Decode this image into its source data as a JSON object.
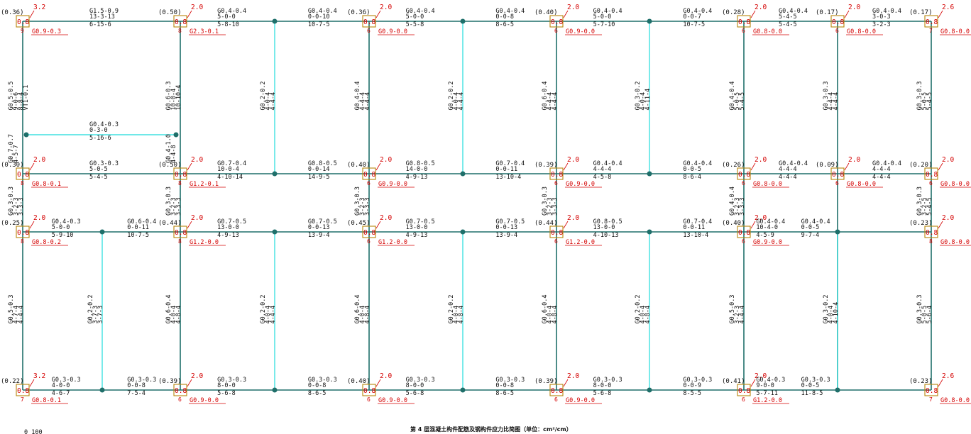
{
  "drawing_title": "第 4 层混凝土构件配筋及钢构件应力比简图（单位：cm²/cm）",
  "footer_note": "0 100",
  "columns": [
    {
      "row": 0,
      "col": 0,
      "ratio": "(0.36)",
      "rebar": "3.2",
      "axial": "0.8",
      "stirrup": "G0.9-0.3",
      "num": "9"
    },
    {
      "row": 0,
      "col": 1,
      "ratio": "(0.50)",
      "rebar": "2.0",
      "axial": "0.8",
      "stirrup": "G2.3-0.1",
      "num": "8"
    },
    {
      "row": 0,
      "col": 2,
      "ratio": "(0.36)",
      "rebar": "2.0",
      "axial": "0.8",
      "stirrup": "G0.9-0.0",
      "num": "6"
    },
    {
      "row": 0,
      "col": 3,
      "ratio": "(0.40)",
      "rebar": "2.0",
      "axial": "0.8",
      "stirrup": "G0.9-0.0",
      "num": "6"
    },
    {
      "row": 0,
      "col": 4,
      "ratio": "(0.28)",
      "rebar": "2.0",
      "axial": "0.8",
      "stirrup": "G0.8-0.0",
      "num": "6"
    },
    {
      "row": 0,
      "col": 5,
      "ratio": "(0.17)",
      "rebar": "2.0",
      "axial": "0.8",
      "stirrup": "G0.8-0.0",
      "num": "6"
    },
    {
      "row": 0,
      "col": 6,
      "ratio": "(0.17)",
      "rebar": "2.6",
      "axial": "0.8",
      "stirrup": "G0.8-0.0",
      "num": "7"
    },
    {
      "row": 1,
      "col": 0,
      "ratio": "(0.30)",
      "rebar": "2.0",
      "axial": "0.8",
      "stirrup": "G0.8-0.1",
      "num": "8"
    },
    {
      "row": 1,
      "col": 1,
      "ratio": "(0.50)",
      "rebar": "2.0",
      "axial": "0.8",
      "stirrup": "G1.2-0.1",
      "num": "8"
    },
    {
      "row": 1,
      "col": 2,
      "ratio": "(0.40)",
      "rebar": "2.0",
      "axial": "0.8",
      "stirrup": "G0.9-0.0",
      "num": "6"
    },
    {
      "row": 1,
      "col": 3,
      "ratio": "(0.39)",
      "rebar": "2.0",
      "axial": "0.8",
      "stirrup": "G0.9-0.0",
      "num": "6"
    },
    {
      "row": 1,
      "col": 4,
      "ratio": "(0.26)",
      "rebar": "2.0",
      "axial": "0.8",
      "stirrup": "G0.8-0.0",
      "num": "6"
    },
    {
      "row": 1,
      "col": 5,
      "ratio": "(0.09)",
      "rebar": "2.0",
      "axial": "0.8",
      "stirrup": "G0.8-0.0",
      "num": "6"
    },
    {
      "row": 1,
      "col": 6,
      "ratio": "(0.20)",
      "rebar": "2.0",
      "axial": "0.8",
      "stirrup": "G0.8-0.0",
      "num": "6"
    },
    {
      "row": 2,
      "col": 0,
      "ratio": "(0.25)",
      "rebar": "2.0",
      "axial": "0.8",
      "stirrup": "G0.8-0.2",
      "num": "8"
    },
    {
      "row": 2,
      "col": 1,
      "ratio": "(0.44)",
      "rebar": "2.0",
      "axial": "0.8",
      "stirrup": "G1.2-0.0",
      "num": "8"
    },
    {
      "row": 2,
      "col": 2,
      "ratio": "(0.45)",
      "rebar": "2.0",
      "axial": "0.8",
      "stirrup": "G1.2-0.0",
      "num": "6"
    },
    {
      "row": 2,
      "col": 3,
      "ratio": "(0.44)",
      "rebar": "2.0",
      "axial": "0.8",
      "stirrup": "G1.2-0.0",
      "num": "6"
    },
    {
      "row": 2,
      "col": 4,
      "ratio": "(0.40)",
      "rebar": "2.0",
      "axial": "0.8",
      "stirrup": "G0.9-0.0",
      "num": "6"
    },
    {
      "row": 2,
      "col": 6,
      "ratio": "(0.23)",
      "rebar": "2.0",
      "axial": "0.8",
      "stirrup": "G0.8-0.0",
      "num": "8"
    },
    {
      "row": 3,
      "col": 0,
      "ratio": "(0.22)",
      "rebar": "3.2",
      "axial": "0.8",
      "stirrup": "G0.8-0.1",
      "num": "7"
    },
    {
      "row": 3,
      "col": 1,
      "ratio": "(0.39)",
      "rebar": "2.0",
      "axial": "0.8",
      "stirrup": "G0.9-0.0",
      "num": "6"
    },
    {
      "row": 3,
      "col": 2,
      "ratio": "(0.40)",
      "rebar": "2.0",
      "axial": "0.8",
      "stirrup": "G0.9-0.0",
      "num": "6"
    },
    {
      "row": 3,
      "col": 3,
      "ratio": "(0.39)",
      "rebar": "2.0",
      "axial": "0.8",
      "stirrup": "G0.9-0.0",
      "num": "6"
    },
    {
      "row": 3,
      "col": 4,
      "ratio": "(0.41)",
      "rebar": "2.0",
      "axial": "0.8",
      "stirrup": "G1.2-0.0",
      "num": "6"
    },
    {
      "row": 3,
      "col": 6,
      "ratio": "(0.23)",
      "rebar": "2.6",
      "axial": "0.8",
      "stirrup": "G0.8-0.0",
      "num": "7"
    }
  ],
  "h_beams": [
    {
      "row": 0,
      "seg": 0,
      "a": "G1.5-0.9",
      "b": "13-3-13",
      "c": "6-15-6"
    },
    {
      "row": 0,
      "seg": 1,
      "a": "G0.4-0.4",
      "b": "5-0-0",
      "c": "5-8-10",
      "a2": "G0.4-0.4",
      "b2": "0-0-10",
      "c2": "10-7-5"
    },
    {
      "row": 0,
      "seg": 2,
      "a": "G0.4-0.4",
      "b": "5-0-0",
      "c": "5-5-8",
      "a2": "G0.4-0.4",
      "b2": "0-0-8",
      "c2": "8-6-5"
    },
    {
      "row": 0,
      "seg": 3,
      "a": "G0.4-0.4",
      "b": "5-0-0",
      "c": "5-7-10",
      "a2": "G0.4-0.4",
      "b2": "0-0-7",
      "c2": "10-7-5"
    },
    {
      "row": 0,
      "seg": 4,
      "a": "G0.4-0.4",
      "b": "5-4-5",
      "c": "5-4-5"
    },
    {
      "row": 0,
      "seg": 5,
      "a": "G0.4-0.4",
      "b": "3-0-3",
      "c": "3-2-3"
    },
    {
      "row": 1,
      "seg": 0,
      "a": "G0.3-0.3",
      "b": "5-0-5",
      "c": "5-4-5"
    },
    {
      "row": 1,
      "seg": 1,
      "a": "G0.7-0.4",
      "b": "10-0-4",
      "c": "4-10-14",
      "a2": "G0.8-0.5",
      "b2": "0-0-14",
      "c2": "14-9-5"
    },
    {
      "row": 1,
      "seg": 2,
      "a": "G0.8-0.5",
      "b": "14-0-0",
      "c": "4-9-13",
      "a2": "G0.7-0.4",
      "b2": "0-0-11",
      "c2": "13-10-4"
    },
    {
      "row": 1,
      "seg": 3,
      "a": "G0.4-0.4",
      "b": "4-4-4",
      "c": "4-5-8",
      "a2": "G0.4-0.4",
      "b2": "0-0-5",
      "c2": "8-6-4"
    },
    {
      "row": 1,
      "seg": 4,
      "a": "G0.4-0.4",
      "b": "4-4-4",
      "c": "4-4-4"
    },
    {
      "row": 1,
      "seg": 5,
      "a": "G0.4-0.4",
      "b": "4-4-4",
      "c": "4-4-4"
    },
    {
      "row": 2,
      "seg": 0,
      "a": "G0.4-0.3",
      "b": "5-0-0",
      "c": "5-9-10",
      "a2": "G0.6-0.4",
      "b2": "0-0-11",
      "c2": "10-7-5"
    },
    {
      "row": 2,
      "seg": 1,
      "a": "G0.7-0.5",
      "b": "13-0-0",
      "c": "4-9-13",
      "a2": "G0.7-0.5",
      "b2": "0-0-13",
      "c2": "13-9-4"
    },
    {
      "row": 2,
      "seg": 2,
      "a": "G0.7-0.5",
      "b": "13-0-0",
      "c": "4-9-13",
      "a2": "G0.7-0.5",
      "b2": "0-0-13",
      "c2": "13-9-4"
    },
    {
      "row": 2,
      "seg": 3,
      "a": "G0.8-0.5",
      "b": "13-0-0",
      "c": "4-10-13",
      "a2": "G0.7-0.4",
      "b2": "0-0-11",
      "c2": "13-10-4"
    },
    {
      "row": 2,
      "seg": 4,
      "a": "G0.4-0.4",
      "b": "10-4-0",
      "c": "4-5-9",
      "a2": "G0.4-0.4",
      "b2": "0-0-5",
      "c2": "9-7-4"
    },
    {
      "row": 3,
      "seg": 0,
      "a": "G0.3-0.3",
      "b": "4-0-0",
      "c": "4-6-7",
      "a2": "G0.3-0.3",
      "b2": "0-0-8",
      "c2": "7-5-4"
    },
    {
      "row": 3,
      "seg": 1,
      "a": "G0.3-0.3",
      "b": "8-0-0",
      "c": "5-6-8",
      "a2": "G0.3-0.3",
      "b2": "0-0-8",
      "c2": "8-6-5"
    },
    {
      "row": 3,
      "seg": 2,
      "a": "G0.3-0.3",
      "b": "8-0-0",
      "c": "5-6-8",
      "a2": "G0.3-0.3",
      "b2": "0-0-8",
      "c2": "8-6-5"
    },
    {
      "row": 3,
      "seg": 3,
      "a": "G0.3-0.3",
      "b": "8-0-0",
      "c": "5-6-8",
      "a2": "G0.3-0.3",
      "b2": "0-0-9",
      "c2": "8-5-5"
    },
    {
      "row": 3,
      "seg": 4,
      "a": "G0.4-0.3",
      "b": "9-0-0",
      "c": "5-7-11",
      "a2": "G0.3-0.3",
      "b2": "0-0-5",
      "c2": "11-8-5"
    },
    {
      "row": "mid",
      "seg": 0,
      "a": "G0.4-0.3",
      "b": "0-3-0",
      "c": "5-16-6"
    }
  ],
  "v_beams": [
    {
      "band": 0,
      "col": 0,
      "a": "G0.5-0.5",
      "b": "9-0-6",
      "c": "8-8-4",
      "d": "VT1-0.1"
    },
    {
      "band": 0,
      "col": 1,
      "a": "G0.6-0.3",
      "b": "10-0-4",
      "c": "10-10-4"
    },
    {
      "band": 0,
      "col": 2,
      "a": "G0.4-0.4",
      "b": "4-4-4",
      "c": "4-4-4"
    },
    {
      "band": 0,
      "col": 3,
      "a": "G0.6-0.4",
      "b": "4-4-4",
      "c": "4-4-4"
    },
    {
      "band": 0,
      "col": 4,
      "a": "G0.4-0.4",
      "b": "5-0-5",
      "c": "5-4-5"
    },
    {
      "band": 0,
      "col": 5,
      "a": "G0.3-0.3",
      "b": "4-4-4",
      "c": "4-4-4"
    },
    {
      "band": 0,
      "col": 6,
      "a": "G0.3-0.3",
      "b": "5-0-5",
      "c": "5-4-5"
    },
    {
      "band": 0,
      "sub": "s1",
      "a": "G0.2-0.2",
      "b": "4-0-4",
      "c": "4-4-4"
    },
    {
      "band": 0,
      "sub": "s2",
      "a": "G0.2-0.2",
      "b": "4-0-4",
      "c": "4-4-4"
    },
    {
      "band": 0,
      "sub": "s3",
      "a": "G0.3-0.2",
      "b": "4-0-4",
      "c": "4-11-4"
    },
    {
      "band": 0,
      "sub": "left-lower",
      "a": "G0.7-0.7",
      "b": "4-5-7"
    },
    {
      "band": 0,
      "sub": "right-lower",
      "a": "G0.4-1.0",
      "b": "4-4-8"
    },
    {
      "band": 1,
      "col": 0,
      "a": "G0.3-0.3",
      "b": "3-2-3",
      "c": "3-3-3"
    },
    {
      "band": 1,
      "col": 1,
      "a": "G0.3-0.3",
      "b": "3-2-3",
      "c": "3-3-3"
    },
    {
      "band": 1,
      "col": 2,
      "a": "G0.3-0.3",
      "b": "3-2-3",
      "c": "3-3-3"
    },
    {
      "band": 1,
      "col": 3,
      "a": "G0.3-0.3",
      "b": "3-2-3",
      "c": "3-3-3"
    },
    {
      "band": 1,
      "col": 4,
      "a": "G0.4-0.4",
      "b": "3-2-3",
      "c": "3-3-3"
    },
    {
      "band": 1,
      "col": 6,
      "a": "G0.3-0.3",
      "b": "3-2-5",
      "c": "5-4-5"
    },
    {
      "band": 2,
      "col": 0,
      "a": "G0.5-0.3",
      "b": "4-7-4",
      "c": "4-4-4"
    },
    {
      "band": 2,
      "col": 1,
      "a": "G0.6-0.4",
      "b": "4-0-4",
      "c": "4-8-4"
    },
    {
      "band": 2,
      "col": 2,
      "a": "G0.6-0.4",
      "b": "4-0-4",
      "c": "4-8-4"
    },
    {
      "band": 2,
      "col": 3,
      "a": "G0.6-0.4",
      "b": "4-0-4",
      "c": "4-8-4"
    },
    {
      "band": 2,
      "col": 4,
      "a": "G0.5-0.3",
      "b": "3-2-3",
      "c": "4-4-4"
    },
    {
      "band": 2,
      "col": 6,
      "a": "G0.3-0.3",
      "b": "5-0-5",
      "c": "5-6-4"
    },
    {
      "band": 2,
      "sub": "s0",
      "a": "G0.2-0.2",
      "b": "3-7-3",
      "c": "3-7-3"
    },
    {
      "band": 2,
      "sub": "s1",
      "a": "G0.2-0.2",
      "b": "4-0-4",
      "c": "4-4-4"
    },
    {
      "band": 2,
      "sub": "s2",
      "a": "G0.2-0.2",
      "b": "4-0-4",
      "c": "4-8-4"
    },
    {
      "band": 2,
      "sub": "s3",
      "a": "G0.2-0.2",
      "b": "4-0-4",
      "c": "4-8-4"
    },
    {
      "band": 2,
      "sub": "s4",
      "a": "G0.3-0.2",
      "b": "4-0-4",
      "c": "4-10-4"
    }
  ],
  "colors": {
    "beam": "#1f6f6a",
    "secondary_beam": "#40e0e0",
    "column_outline": "#b8860b",
    "annotation_red": "#d40000",
    "text": "#111111"
  }
}
